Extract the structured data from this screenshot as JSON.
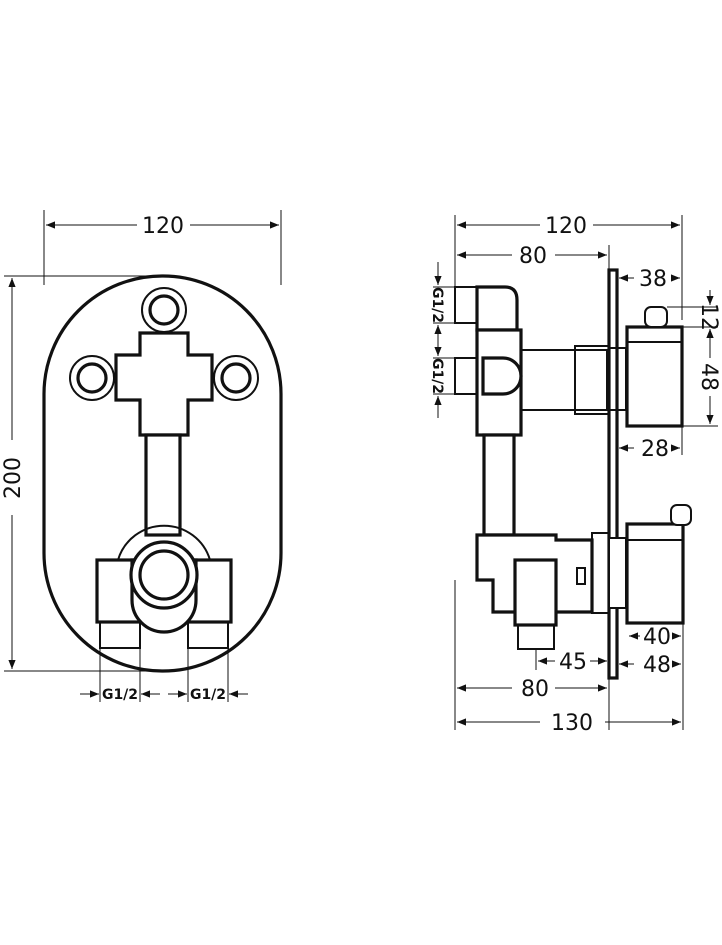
{
  "front_view": {
    "width_label": "120",
    "height_label": "200",
    "thread_left_label": "G1/2",
    "thread_right_label": "G1/2"
  },
  "side_view": {
    "top_overall_label": "120",
    "top_body_label": "80",
    "spindle_depth_top_label": "38",
    "thread_top_label": "G1/2",
    "thread_middle_label": "G1/2",
    "handle_tab_label": "12",
    "handle_height_label": "48",
    "handle_depth_top_label": "28",
    "handle_depth_bottom_label": "40",
    "outlet_offset_label": "45",
    "handle_overall_bottom_label": "48",
    "bottom_body_label": "80",
    "bottom_overall_label": "130"
  }
}
